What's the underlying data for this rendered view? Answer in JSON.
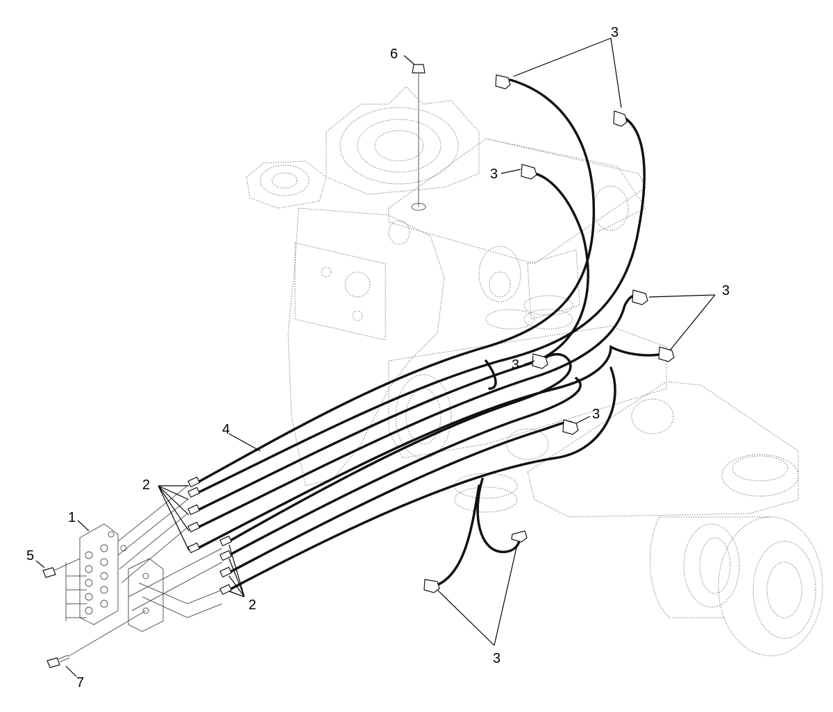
{
  "callouts": {
    "c1": "1",
    "c2a": "2",
    "c2b": "2",
    "c3_top_right": "3",
    "c3_upper_mid": "3",
    "c3_right_mid": "3",
    "c3_center": "3",
    "c3_lower_right": "3",
    "c3_bottom": "3",
    "c4": "4",
    "c5": "5",
    "c6": "6",
    "c7": "7"
  },
  "colors": {
    "ink": "#000000",
    "line": "#555555",
    "hose": "#111111",
    "background": "#ffffff"
  }
}
